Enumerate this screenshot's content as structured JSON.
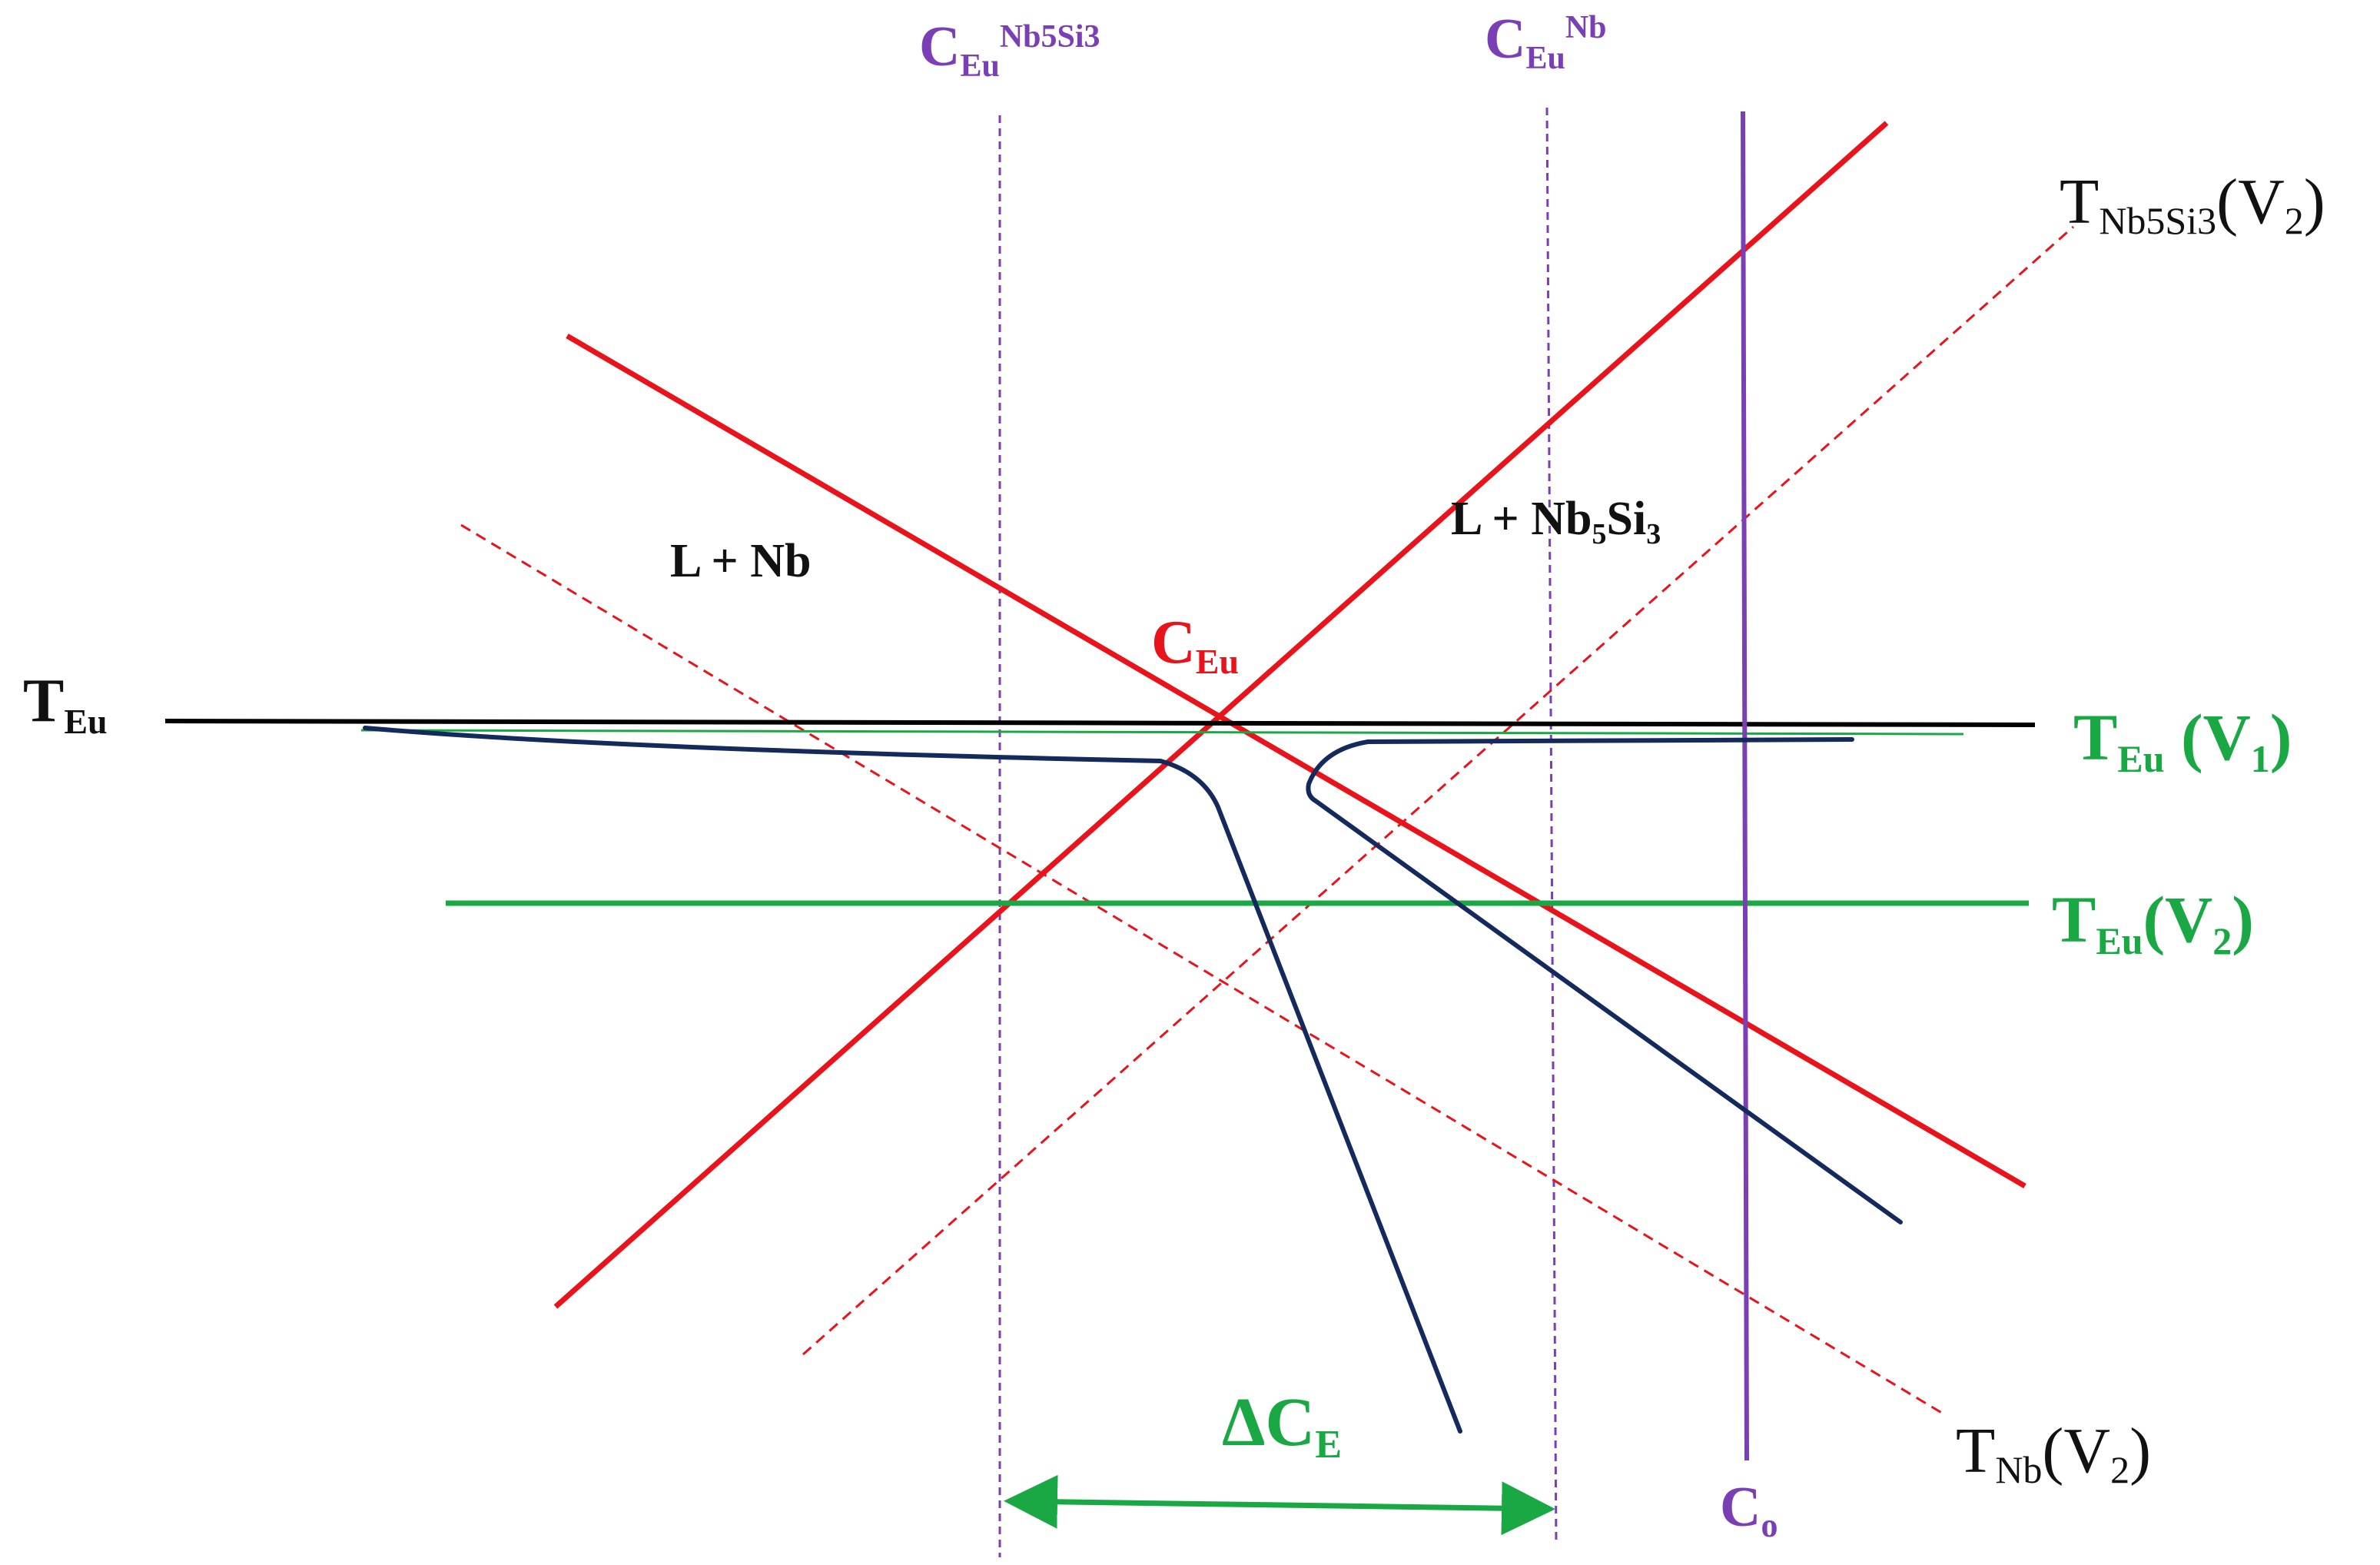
{
  "colors": {
    "liquidus": "#e8131b",
    "metastable": "#e8131b",
    "eutectic_temp": "#000000",
    "undercooled_temp": "#1aa845",
    "composition_marker": "#7b3fb5",
    "coupled_zone": "#152a5c",
    "label_black": "#111111"
  },
  "labels": {
    "c_eu_nb5si3": {
      "base": "C",
      "sub": "Eu",
      "sup": "Nb5Si3"
    },
    "c_eu_nb": {
      "base": "C",
      "sub": "Eu",
      "sup": "Nb"
    },
    "t_nb5si3_v2": {
      "base": "T",
      "sub": "Nb5Si3",
      "tail": "(V",
      "tail_sub": "2",
      "tail_end": ")"
    },
    "l_plus_nb": "L + Nb",
    "l_plus_nb5si3": {
      "main": "L + Nb",
      "sub1": "5",
      "mid": "Si",
      "sub2": "3"
    },
    "c_eu": {
      "base": "C",
      "sub": "Eu"
    },
    "t_eu": {
      "base": "T",
      "sub": "Eu"
    },
    "t_eu_v1": {
      "base": "T",
      "sub": "Eu",
      "tail": " (V",
      "tail_sub": "1",
      "tail_end": ")"
    },
    "t_eu_v2": {
      "base": "T",
      "sub": "Eu",
      "tail": "(V",
      "tail_sub": "2",
      "tail_end": ")"
    },
    "delta_ce": {
      "base": "ΔC",
      "sub": "E"
    },
    "t_nb_v2": {
      "base": "T",
      "sub": "Nb",
      "tail": "(V",
      "tail_sub": "2",
      "tail_end": ")"
    },
    "c_o": {
      "base": "C",
      "sub": "o"
    }
  }
}
